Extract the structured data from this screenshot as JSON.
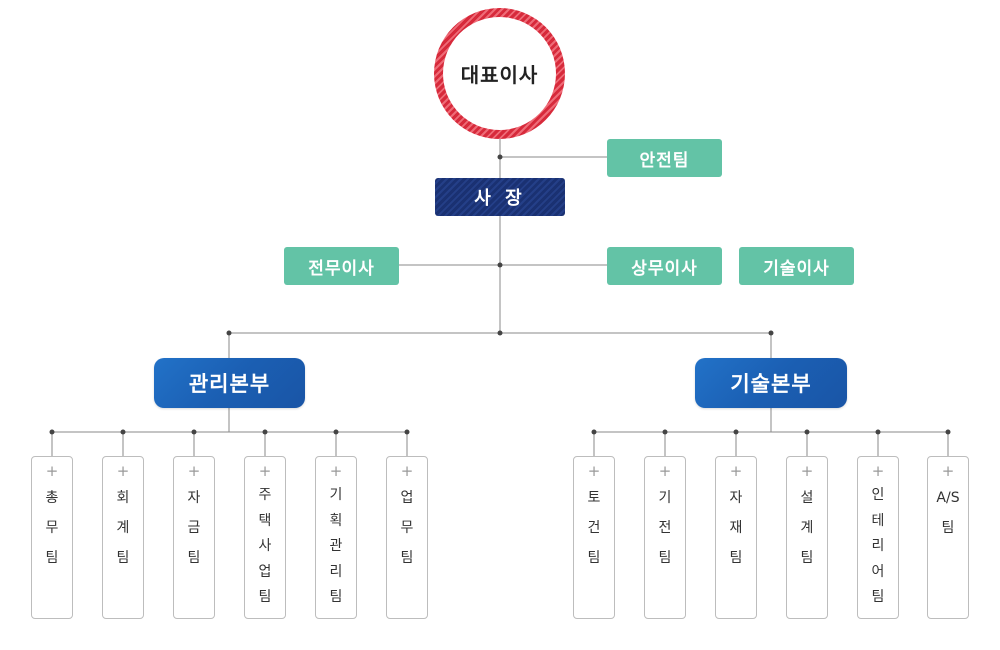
{
  "ceo": "대표이사",
  "safety_team": "안전팀",
  "president": "사 장",
  "directors": {
    "executive": "전무이사",
    "managing": "상무이사",
    "technical": "기술이사"
  },
  "divisions": {
    "management": "관리본부",
    "technology": "기술본부"
  },
  "plus_symbol": "+",
  "management_teams": [
    {
      "name": "총무팀"
    },
    {
      "name": "회계팀"
    },
    {
      "name": "자금팀"
    },
    {
      "name": "주택사업팀"
    },
    {
      "name": "기획관리팀"
    },
    {
      "name": "업무팀"
    }
  ],
  "technology_teams": [
    {
      "name": "토건팀"
    },
    {
      "name": "기전팀"
    },
    {
      "name": "자재팀"
    },
    {
      "name": "설계팀"
    },
    {
      "name": "인테리어팀"
    },
    {
      "name": "A/S팀"
    }
  ],
  "colors": {
    "ceo_ring": "#d72a3b",
    "teal": "#63c3a6",
    "president": "#1a3172",
    "division": "#1b5fb3",
    "line": "#888888"
  }
}
